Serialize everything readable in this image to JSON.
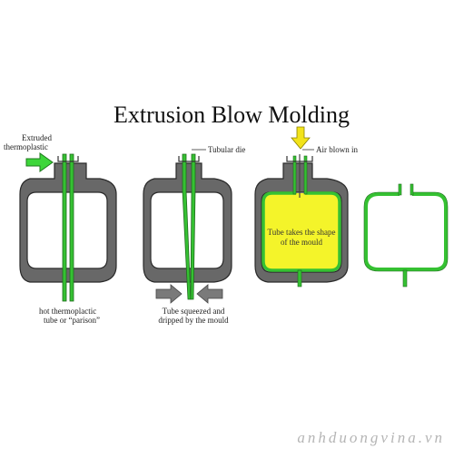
{
  "title": "Extrusion Blow Molding",
  "labels": {
    "extruded_line1": "Extruded",
    "extruded_line2": "thermoplastic",
    "tubular_die": "Tubular die",
    "air_blown_in": "Air blown in",
    "parison_line1": "hot thermoplactic",
    "parison_line2": "tube or “parison”",
    "squeezed_line1": "Tube squeezed and",
    "squeezed_line2": "dripped by the mould",
    "shape_line1": "Tube takes the shape",
    "shape_line2": "of the mould"
  },
  "watermark": "anhduongvina.vn",
  "colors": {
    "mould": "#686868",
    "plastic": "#35c132",
    "arrow_green": "#3dd63a",
    "air_arrow": "#f2e31a",
    "blown_fill": "#f4f42a",
    "squeeze_arrow": "#7a7a7a"
  }
}
